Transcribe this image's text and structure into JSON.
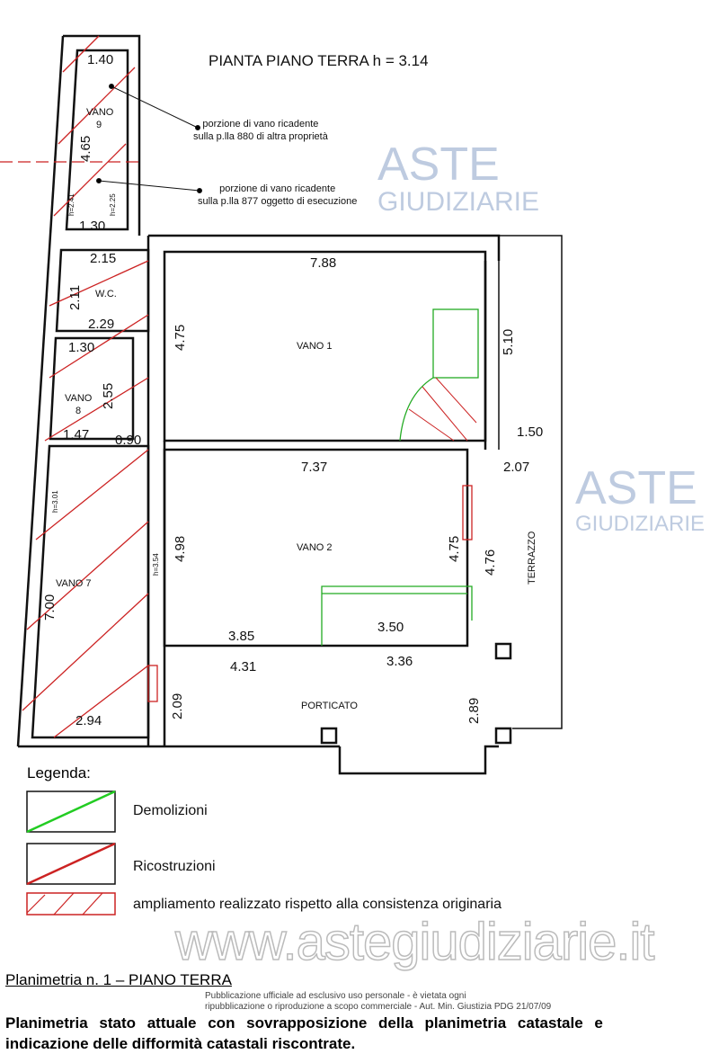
{
  "title": "PIANTA PIANO TERRA h = 3.14",
  "notes": {
    "note1_l1": "porzione di vano ricadente",
    "note1_l2": "sulla p.lla 880 di altra proprietà",
    "note2_l1": "porzione di vano ricadente",
    "note2_l2": "sulla p.lla 877 oggetto di esecuzione"
  },
  "rooms": {
    "vano9_a": "VANO",
    "vano9_b": "9",
    "wc": "W.C.",
    "vano8_a": "VANO",
    "vano8_b": "8",
    "vano7": "VANO 7",
    "vano1": "VANO 1",
    "vano2": "VANO 2",
    "terrazzo": "TERRAZZO",
    "porticato": "PORTICATO"
  },
  "dims": [
    "1.40",
    "4.65",
    "1.30",
    "h=2.41",
    "h=2.25",
    "2.15",
    "2.11",
    "2.29",
    "1.30",
    "2.55",
    "1.47",
    "0.90",
    "h=3.01",
    "7.00",
    "2.94",
    "7.88",
    "4.75",
    "5.10",
    "1.50",
    "7.37",
    "2.07",
    "4.98",
    "h=3.54",
    "4.75",
    "4.76",
    "3.85",
    "3.50",
    "4.31",
    "3.36",
    "2.09",
    "2.89"
  ],
  "legend": {
    "title": "Legenda:",
    "items": [
      {
        "label": "Demolizioni",
        "color": "#22cc22"
      },
      {
        "label": "Ricostruzioni",
        "color": "#cc2222"
      },
      {
        "label": "ampliamento realizzato rispetto alla consistenza originaria",
        "color": "#cc2222"
      }
    ]
  },
  "watermark": {
    "brand_top": "ASTE",
    "brand_bottom": "GIUDIZIARIE",
    "site": "www.astegiudiziarie.it"
  },
  "publication": {
    "line1": "Pubblicazione ufficiale ad esclusivo uso personale - è vietata ogni",
    "line2": "ripubblicazione o riproduzione a scopo commerciale - Aut. Min. Giustizia PDG 21/07/09"
  },
  "caption": {
    "heading": "Planimetria n. 1 – PIANO TERRA",
    "line1": "Planimetria stato attuale con sovrapposizione della planimetria catastale e",
    "line2": "indicazione delle difformità catastali riscontrate."
  }
}
